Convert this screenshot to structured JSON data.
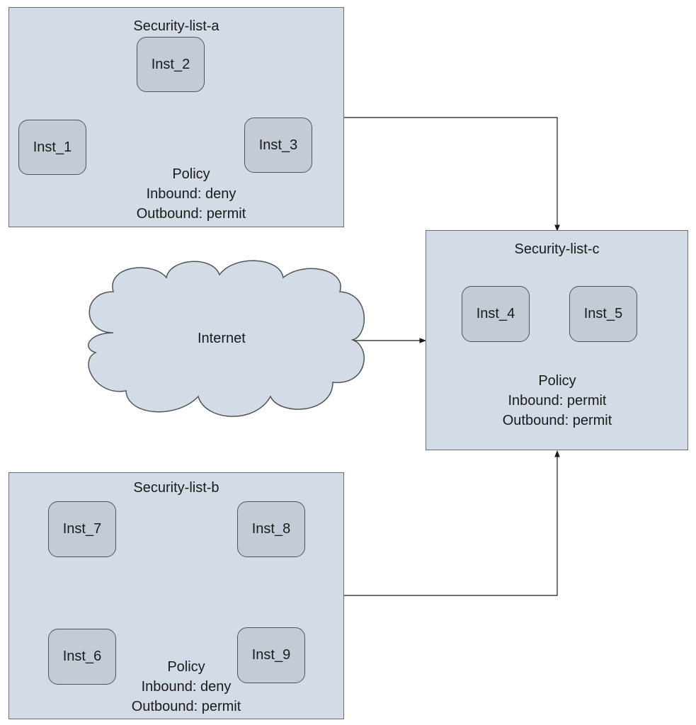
{
  "groups": {
    "a": {
      "title": "Security-list-a",
      "instances": [
        "Inst_2",
        "Inst_1",
        "Inst_3"
      ],
      "policy": {
        "heading": "Policy",
        "inbound": "Inbound: deny",
        "outbound": "Outbound: permit"
      }
    },
    "b": {
      "title": "Security-list-b",
      "instances": [
        "Inst_7",
        "Inst_8",
        "Inst_6",
        "Inst_9"
      ],
      "policy": {
        "heading": "Policy",
        "inbound": "Inbound: deny",
        "outbound": "Outbound: permit"
      }
    },
    "c": {
      "title": "Security-list-c",
      "instances": [
        "Inst_4",
        "Inst_5"
      ],
      "policy": {
        "heading": "Policy",
        "inbound": "Inbound: permit",
        "outbound": "Outbound: permit"
      }
    }
  },
  "cloud": {
    "label": "Internet"
  },
  "colors": {
    "group_fill": "#d3dce6",
    "instance_fill": "#c3ccd6",
    "line": "#1a1a1a",
    "cloud_fill": "#d3dce6"
  }
}
